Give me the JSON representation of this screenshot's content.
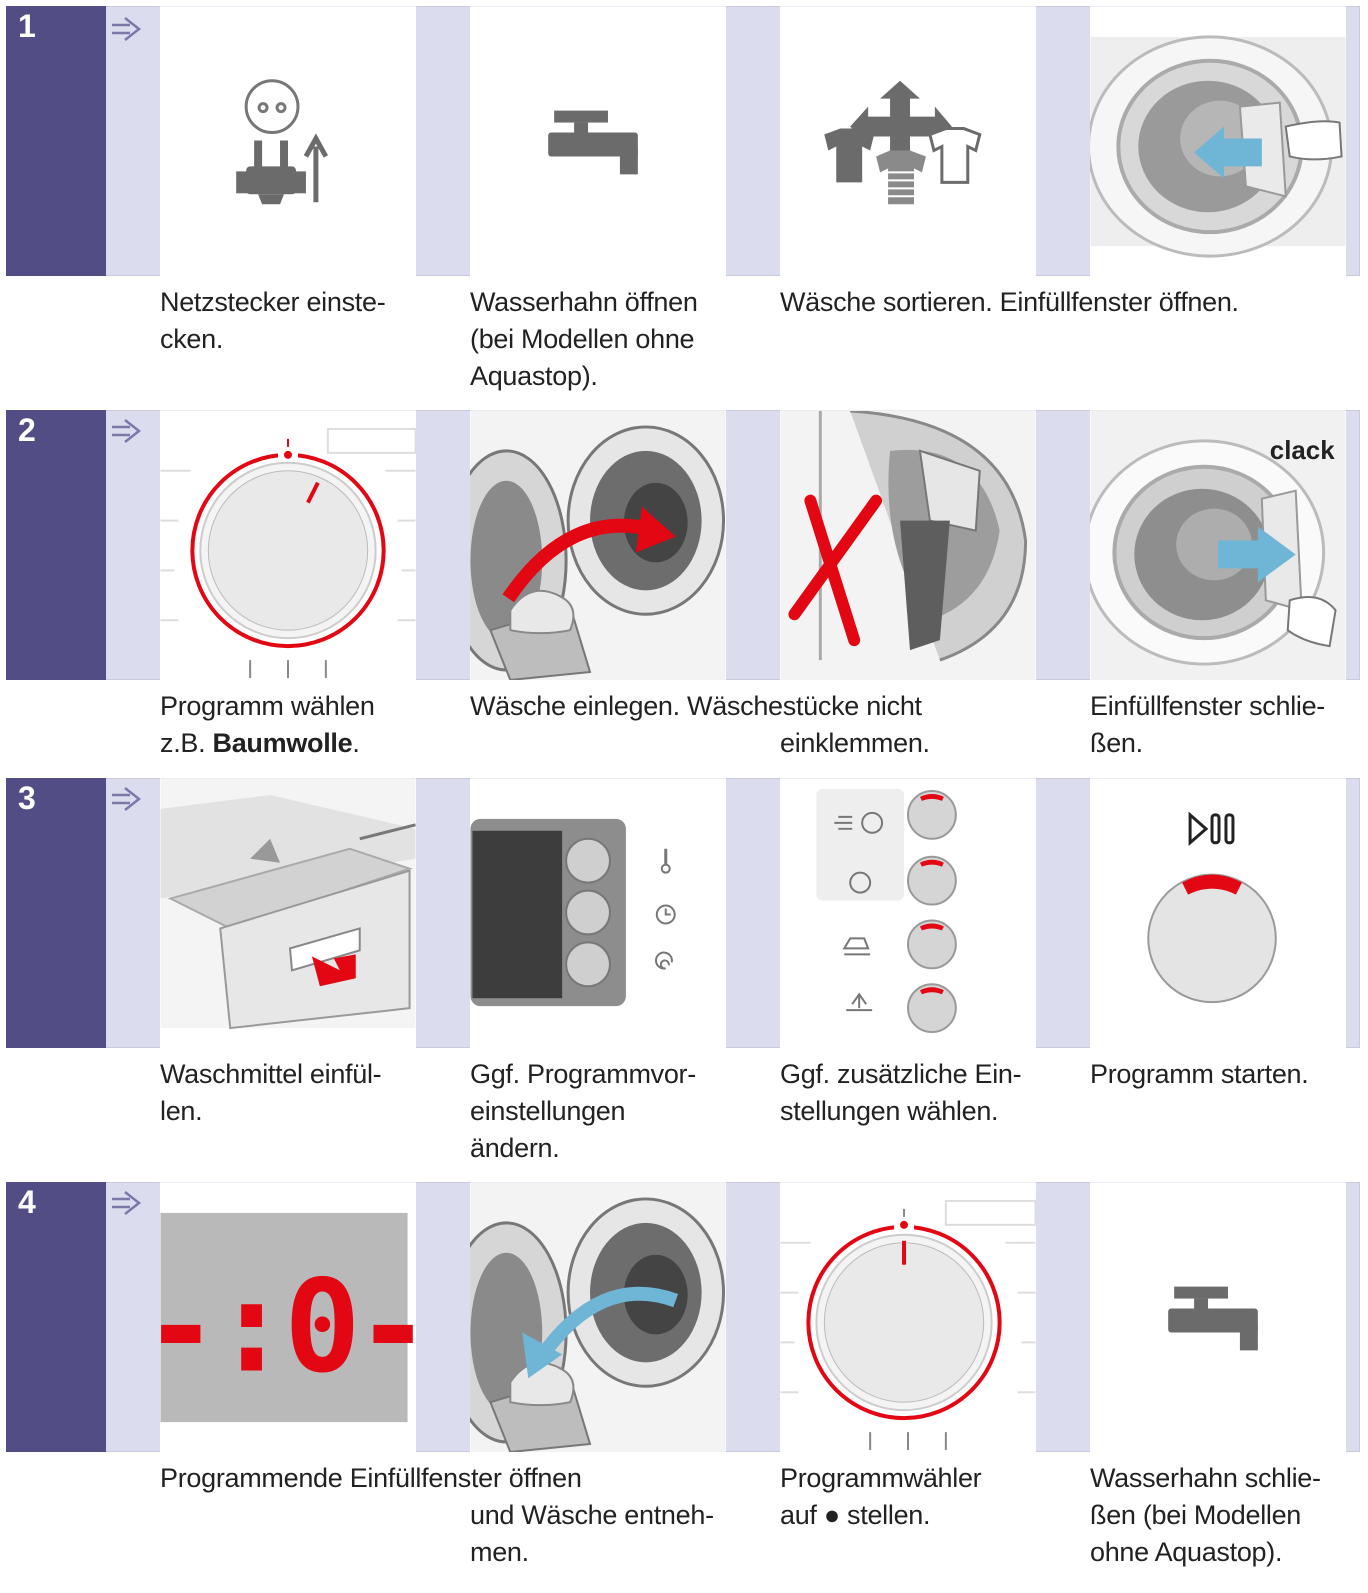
{
  "steps": [
    {
      "number": "1",
      "captions": {
        "c1_line1": "Netzstecker einste-",
        "c1_line2": "cken.",
        "c2_line1": "Wasserhahn öffnen",
        "c2_line2": "(bei Modellen ohne",
        "c2_line3": "Aquastop).",
        "c3_line1": "Wäsche sortieren. Einfüllfenster öffnen."
      },
      "icons": [
        "plug-icon",
        "water-tap-icon",
        "sort-laundry-icon",
        "open-door-icon"
      ]
    },
    {
      "number": "2",
      "captions": {
        "c1_line1": "Programm wählen",
        "c1_line2_prefix": "z.B. ",
        "c1_line2_bold": "Baumwolle",
        "c1_line2_suffix": ".",
        "c2_line1": "Wäsche einlegen. Wäschestücke nicht",
        "c2_line2": "einklemmen.",
        "c4_line1": "Einfüllfenster schlie-",
        "c4_line2": "ßen."
      },
      "door_label": "clack",
      "icons": [
        "program-dial-icon",
        "load-laundry-icon",
        "no-jam-icon",
        "close-door-icon"
      ]
    },
    {
      "number": "3",
      "captions": {
        "c1_line1": "Waschmittel einfül-",
        "c1_line2": "len.",
        "c2_line1": "Ggf. Programmvor-",
        "c2_line2": "einstellungen",
        "c2_line3": "ändern.",
        "c3_line1": "Ggf. zusätzliche Ein-",
        "c3_line2": "stellungen wählen.",
        "c4_line1": "Programm starten."
      },
      "icons": [
        "detergent-drawer-icon",
        "preset-panel-icon",
        "option-buttons-icon",
        "start-pause-icon"
      ]
    },
    {
      "number": "4",
      "captions": {
        "c1_line1": "Programmende Einfüllfenster öffnen",
        "c1_line2": "und Wäsche entneh-",
        "c1_line3": "men.",
        "c3_line1": "Programmwähler",
        "c3_line2_prefix": "auf ",
        "c3_line2_dot": "●",
        "c3_line2_suffix": " stellen.",
        "c4_line1": "Wasserhahn schlie-",
        "c4_line2": "ßen (bei Modellen",
        "c4_line3": "ohne Aquastop)."
      },
      "display_reading": "-:0-",
      "icons": [
        "end-display-icon",
        "unload-laundry-icon",
        "dial-off-icon",
        "water-tap-icon"
      ]
    }
  ],
  "colors": {
    "tab": "#524d84",
    "row_band": "#dcdcef",
    "accent_red": "#e30613",
    "accent_blue": "#6fb5d6",
    "icon_grey": "#6b6b6b"
  }
}
